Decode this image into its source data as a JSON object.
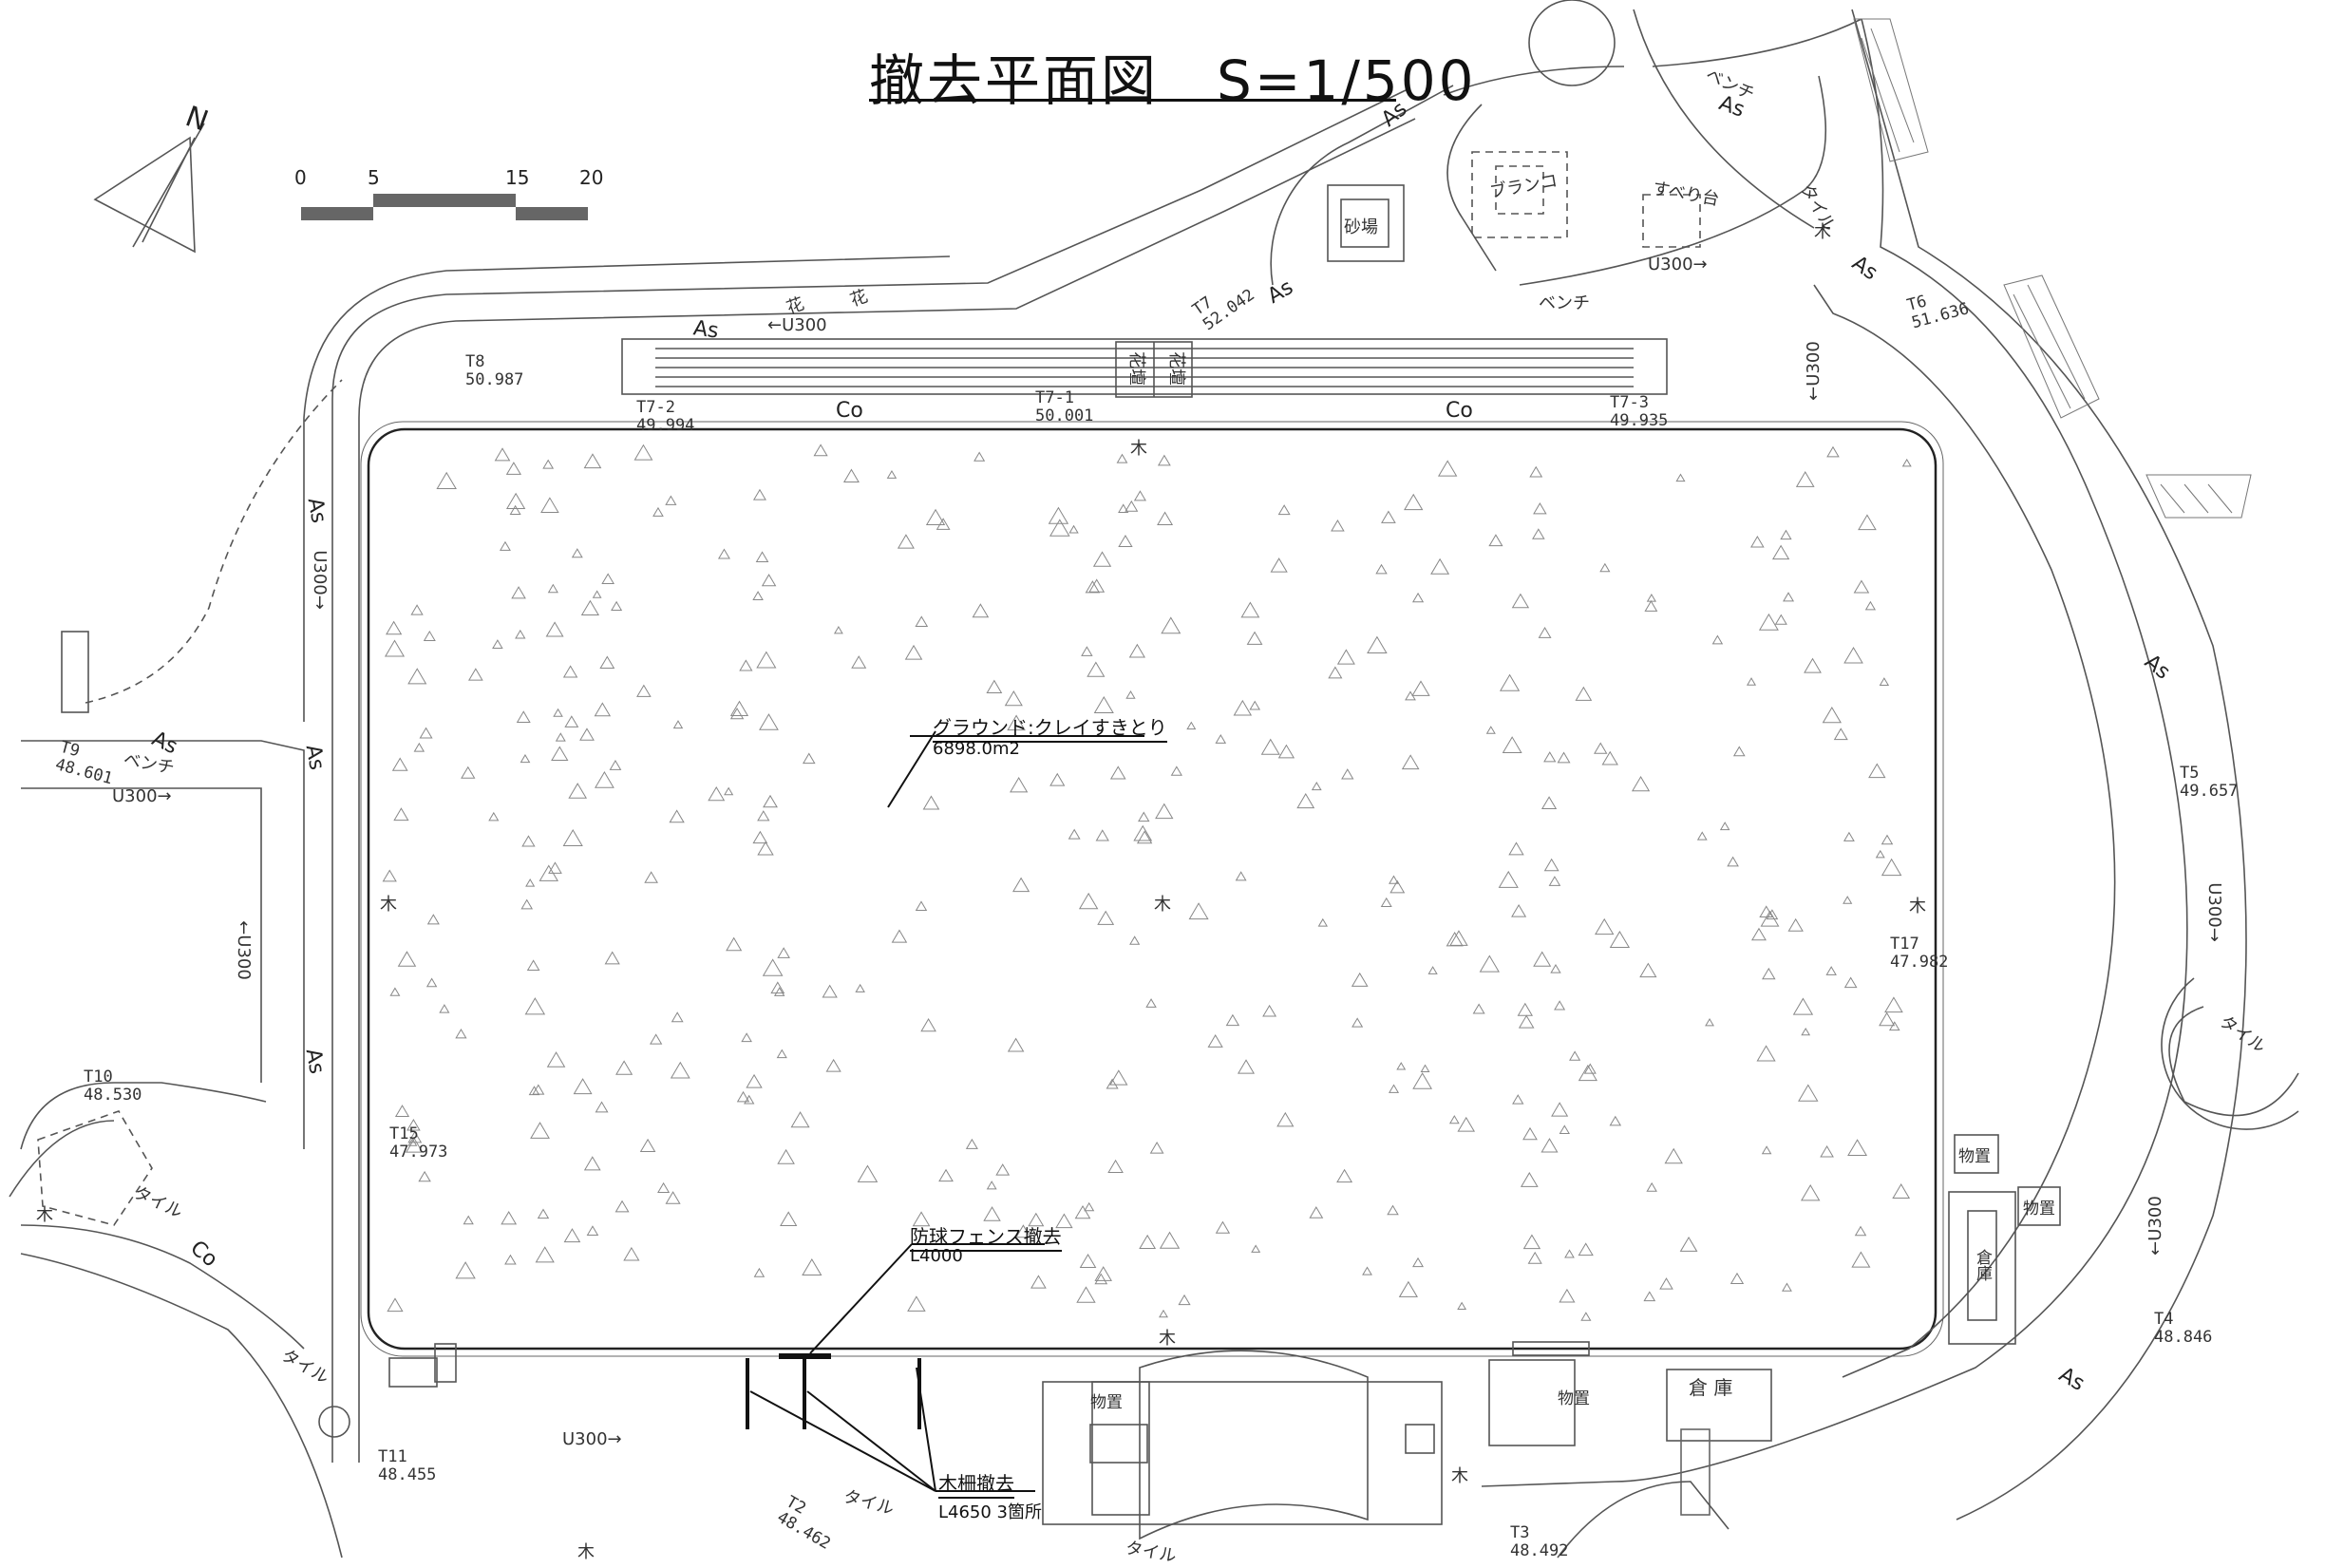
{
  "title": "撤去平面図　S=1/500",
  "north_label": "N",
  "scale_bar": {
    "ticks": [
      "0",
      "5",
      "15",
      "20"
    ]
  },
  "notes": {
    "ground_clay": "グラウンド:クレイすきとり",
    "ground_area": "6898.0m2",
    "fence_removal": "防球フェンス撤去",
    "fence_length": "L4000",
    "wood_fence_removal": "木柵撤去",
    "wood_fence_length": "L4650 3箇所"
  },
  "survey_points": {
    "T8": {
      "name": "T8",
      "elev": "50.987"
    },
    "T7_2": {
      "name": "T7-2",
      "elev": "49.994"
    },
    "T7_1": {
      "name": "T7-1",
      "elev": "50.001"
    },
    "T7": {
      "name": "T7",
      "elev": "52.042"
    },
    "T7_3": {
      "name": "T7-3",
      "elev": "49.935"
    },
    "T6": {
      "name": "T6",
      "elev": "51.636"
    },
    "T5": {
      "name": "T5",
      "elev": "49.657"
    },
    "T17": {
      "name": "T17",
      "elev": "47.982"
    },
    "T4": {
      "name": "T4",
      "elev": "48.846"
    },
    "T3": {
      "name": "T3",
      "elev": "48.492"
    },
    "T2": {
      "name": "T2",
      "elev": "48.462"
    },
    "T11": {
      "name": "T11",
      "elev": "48.455"
    },
    "T10": {
      "name": "T10",
      "elev": "48.530"
    },
    "T15": {
      "name": "T15",
      "elev": "47.973"
    },
    "T9": {
      "name": "T9",
      "elev": "48.601"
    }
  },
  "labels": {
    "as": "As",
    "co": "Co",
    "tile": "タイル",
    "bench": "ベンチ",
    "tree": "木",
    "flower": "花",
    "flower_bed": "花壇",
    "u300_right": "U300→",
    "u300_left": "←U300",
    "swing": "ブランコ",
    "slide": "すべり台",
    "sandbox": "砂場",
    "storage": "物置",
    "warehouse": "倉 庫",
    "warehouse_v": "倉庫"
  }
}
